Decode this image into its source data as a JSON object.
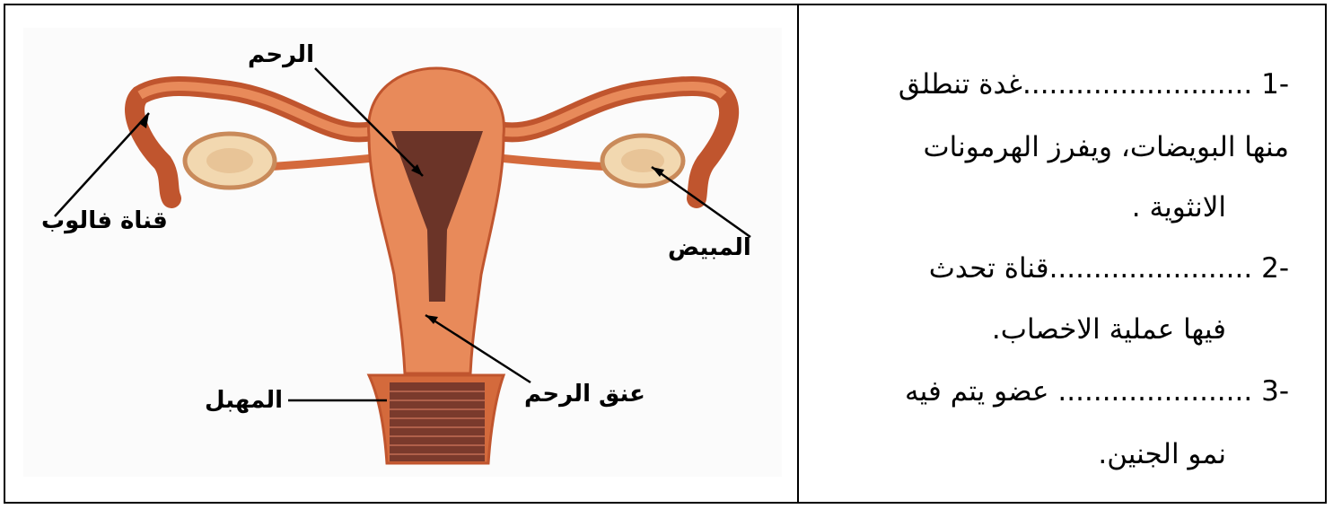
{
  "diagram": {
    "labels": {
      "uterus": "الرحم",
      "fallopian_tube": "قناة فالوب",
      "ovary": "المبيض",
      "cervix": "عنق الرحم",
      "vagina": "المهبل"
    },
    "colors": {
      "tissue": "#e88a5a",
      "tissue_dark": "#c0552e",
      "cavity": "#6b3428",
      "ovary": "#f2d8b0"
    }
  },
  "questions": [
    {
      "number": "-1",
      "blank": "..........................",
      "line1_text": "غدة تنطلق",
      "line2": "منها البويضات، ويفرز الهرمونات",
      "line3": "الانثوية ."
    },
    {
      "number": "-2",
      "blank": ".......................",
      "line1_text": "قناة تحدث",
      "line2": "فيها عملية الاخصاب."
    },
    {
      "number": "-3",
      "blank": "......................",
      "line1_text": "عضو يتم فيه",
      "line2": "نمو الجنين."
    }
  ]
}
